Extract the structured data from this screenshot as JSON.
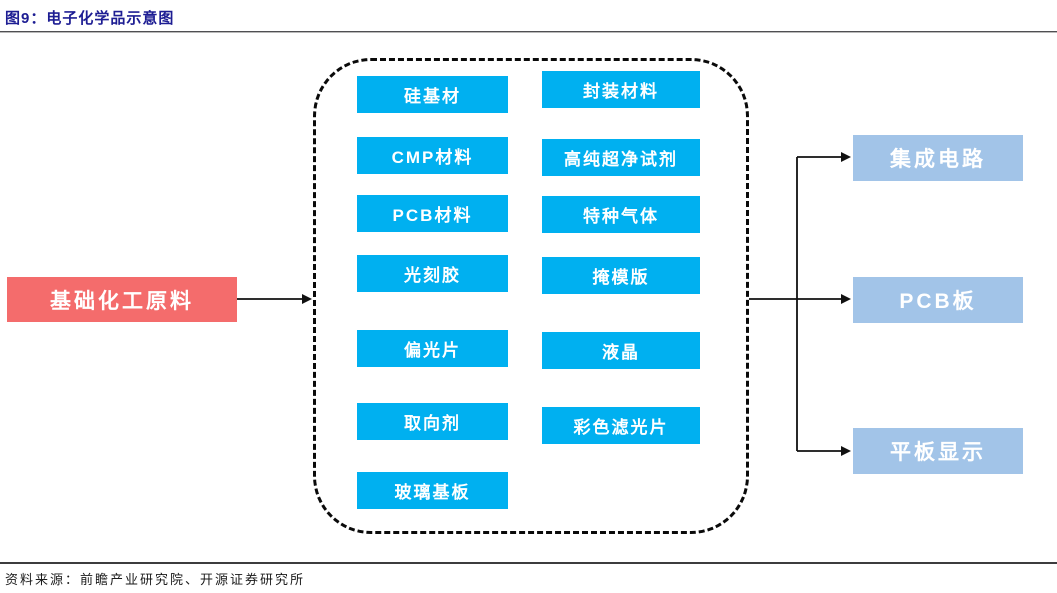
{
  "header": {
    "title": "图9：电子化学品示意图"
  },
  "colors": {
    "title_text": "#1d1d93",
    "material_box": "#00b0f0",
    "source_box": "#f46c6c",
    "output_box": "#a2c4e8",
    "connector": "#111111"
  },
  "diagram": {
    "source_box": {
      "label": "基础化工原料"
    },
    "left_column": [
      "硅基材",
      "CMP材料",
      "PCB材料",
      "光刻胶",
      "偏光片",
      "取向剂",
      "玻璃基板"
    ],
    "right_column": [
      "封装材料",
      "高纯超净试剂",
      "特种气体",
      "掩模版",
      "液晶",
      "彩色滤光片"
    ],
    "outputs": [
      "集成电路",
      "PCB板",
      "平板显示"
    ]
  },
  "footer": {
    "source": "资料来源：前瞻产业研究院、开源证券研究所"
  }
}
